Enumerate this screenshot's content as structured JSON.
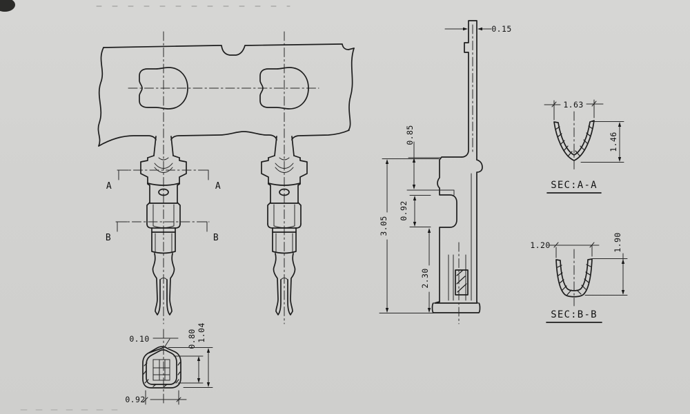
{
  "drawing": {
    "subject": "crimp terminal engineering drawing",
    "colors": {
      "paper": "#d3d3d1",
      "ink": "#212121"
    },
    "front_view": {
      "marker_a_left": "A",
      "marker_a_right": "A",
      "marker_b_left": "B",
      "marker_b_right": "B"
    },
    "side_view": {
      "dim_strip_thickness": "0.15",
      "dim_top_section": "0.85",
      "dim_slot": "0.92",
      "dim_lower_section": "2.30",
      "dim_overall": "3.05"
    },
    "section_aa": {
      "label": "SEC:A-A",
      "dim_width": "1.63",
      "dim_height": "1.46"
    },
    "section_bb": {
      "label": "SEC:B-B",
      "dim_width": "1.20",
      "dim_height": "1.90"
    },
    "crimp_detail": {
      "dim_seam": "0.10",
      "dim_inner_height": "0.80",
      "dim_outer_height": "1.04",
      "dim_width": "0.92"
    }
  }
}
